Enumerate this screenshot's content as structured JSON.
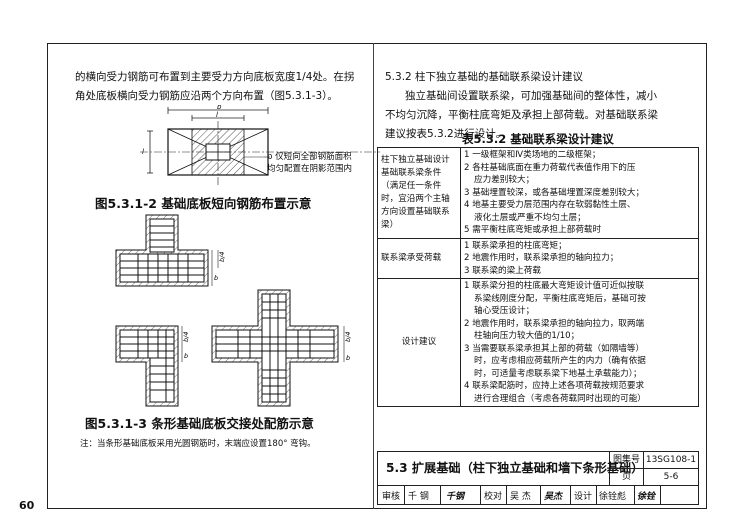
{
  "page_number": "60",
  "left": {
    "para_line1": "的横向受力钢筋可布置到主要受力方向底板宽度1/4处。在拐",
    "para_line2": "角处底板横向受力钢筋应沿两个方向布置（图5.3.1-3）。",
    "fig1_dim_b": "b",
    "fig1_dim_l": "l",
    "fig1_dim_l_left": "l",
    "fig1_note_line1": "b 仅短向全部钢筋面积",
    "fig1_note_line2": "均匀配置在阴影范围内",
    "fig1_caption": "图5.3.1-2  基础底板短向钢筋布置示意",
    "fig2_dim_b4_a": "b/4",
    "fig2_dim_b_a": "b",
    "fig2_dim_b4_b": "b/4",
    "fig2_dim_b_b": "b",
    "fig2_dim_b4_c": "b/4",
    "fig2_dim_b_c": "b",
    "fig2_caption": "图5.3.1-3  条形基础底板交接处配筋示意",
    "fig2_note": "注：当条形基础底板采用光圆钢筋时，末端应设置180° 弯钩。"
  },
  "right": {
    "section_head": "5.3.2  柱下独立基础的基础联系梁设计建议",
    "para_line1": "独立基础间设置联系梁，可加强基础间的整体性，减小",
    "para_line2": "不均匀沉降，平衡柱底弯矩及承担上部荷载。对基础联系梁",
    "para_line3": "建议按表5.3.2进行设计。",
    "table_title": "表5.3.2  基础联系梁设计建议",
    "table": {
      "row1_cat": "柱下独立基础设计基础联系梁条件（满足任一条件时，宜沿两个主轴方向设置基础联系梁）",
      "row1_items": [
        "1  一级框架和Ⅳ类场地的二级框架；",
        "2  各柱基础底面在重力荷载代表值作用下的压",
        "应力差别较大；",
        "3  基础埋置较深，或各基础埋置深度差别较大；",
        "4  地基主要受力层范围内存在软弱黏性土层、",
        "液化土层或严重不均匀土层；",
        "5  需平衡柱底弯矩或承担上部荷载时"
      ],
      "row2_cat": "联系梁承受荷载",
      "row2_items": [
        "1  联系梁承担的柱底弯矩；",
        "2  地震作用时，联系梁承担的轴向拉力；",
        "3  联系梁的梁上荷载"
      ],
      "row3_cat": "设计建议",
      "row3_items": [
        "1  联系梁分担的柱底最大弯矩设计值可近似按联",
        "系梁线刚度分配，平衡柱底弯矩后，基础可按",
        "轴心受压设计；",
        "2  地震作用时，联系梁承担的轴向拉力，取两端",
        "柱轴向压力较大值的1/10；",
        "3  当需要联系梁承担其上部的荷载（如隔墙等）",
        "时，应考虑相应荷载所产生的内力（确有依据",
        "时，可适量考虑联系梁下地基土承载能力）；",
        "4  联系梁配筋时，应持上述各项荷载按规范要求",
        "进行合理组合（考虑各荷载同时出现的可能）"
      ]
    }
  },
  "footer": {
    "title": "5.3 扩展基础（柱下独立基础和墙下条形基础）",
    "atlas_label": "图集号",
    "atlas_number": "13SG108-1",
    "review_label": "审核",
    "review_name": "千 钢",
    "proof_label": "校对",
    "proof_name": "吴 杰",
    "design_label": "设计",
    "design_name": "徐铨彪",
    "page_label": "页",
    "page_value": "5-6"
  }
}
